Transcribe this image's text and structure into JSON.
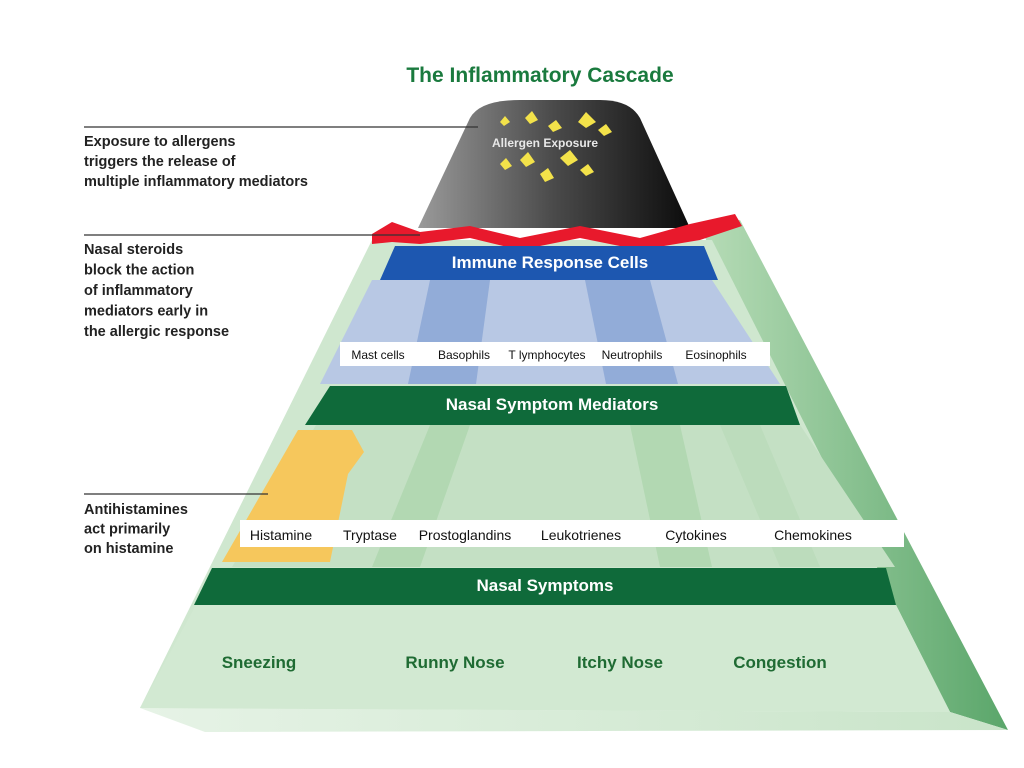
{
  "title": "The Inflammatory Cascade",
  "annotations": {
    "allergens": [
      "Exposure to allergens",
      "triggers the release of",
      "multiple inflammatory mediators"
    ],
    "steroids": [
      "Nasal steroids",
      "block the action",
      "of inflammatory",
      "mediators early in",
      "the allergic response"
    ],
    "antihistamines": [
      "Antihistamines",
      "act primarily",
      "on histamine"
    ]
  },
  "allergen_exposure": [
    "Allergen Exposure"
  ],
  "layers": {
    "immune": {
      "title": "Immune Response Cells",
      "items": [
        "Mast cells",
        "Basophils",
        "T lymphocytes",
        "Neutrophils",
        "Eosinophils"
      ]
    },
    "mediators": {
      "title": "Nasal Symptom Mediators",
      "items": [
        "Histamine",
        "Tryptase",
        "Prostoglandins",
        "Leukotrienes",
        "Cytokines",
        "Chemokines"
      ]
    },
    "symptoms": {
      "title": "Nasal Symptoms",
      "items": [
        "Sneezing",
        "Runny Nose",
        "Itchy Nose",
        "Congestion"
      ]
    }
  },
  "colors": {
    "title": "#1a7a3e",
    "dark_green": "#0f6a3a",
    "light_green": "#cfe7cf",
    "side_green": "#7ebf8a",
    "blue": "#1d57b0",
    "light_blue": "#b8c8e4",
    "mid_blue": "#8ea8d6",
    "red": "#e8192c",
    "yellow": "#f6c75c",
    "dark_text": "#222222",
    "symptom_text": "#1f6b33"
  }
}
